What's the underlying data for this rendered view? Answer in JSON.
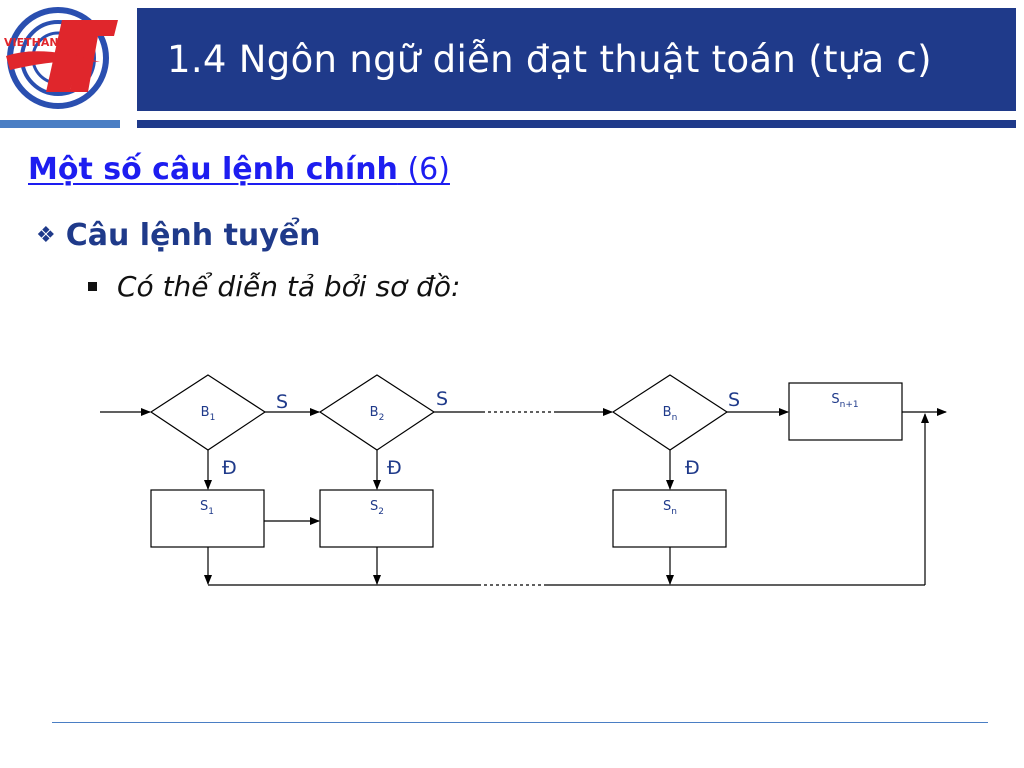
{
  "header": {
    "title": "1.4 Ngôn ngữ diễn đạt thuật toán (tựa c)",
    "logo_text": "VIETHAN"
  },
  "section": {
    "heading_bold": "Một số câu lệnh chính",
    "heading_suffix": "(6)"
  },
  "bullets": {
    "level1": "Câu lệnh tuyển",
    "level2": "Có thể diễn tả bởi sơ đồ:"
  },
  "diagram": {
    "conditions": [
      {
        "base": "B",
        "sub": "1"
      },
      {
        "base": "B",
        "sub": "2"
      },
      {
        "base": "B",
        "sub": "n"
      }
    ],
    "statements": [
      {
        "base": "S",
        "sub": "1"
      },
      {
        "base": "S",
        "sub": "2"
      },
      {
        "base": "S",
        "sub": "n"
      }
    ],
    "final_statement": {
      "base": "S",
      "sub": "n+1"
    },
    "false_label": "S",
    "true_label": "Đ"
  },
  "colors": {
    "header_band": "#1f3a8a",
    "heading_link": "#1d1df0",
    "accent_light": "#4a7ec4",
    "logo_red": "#e0262c"
  }
}
